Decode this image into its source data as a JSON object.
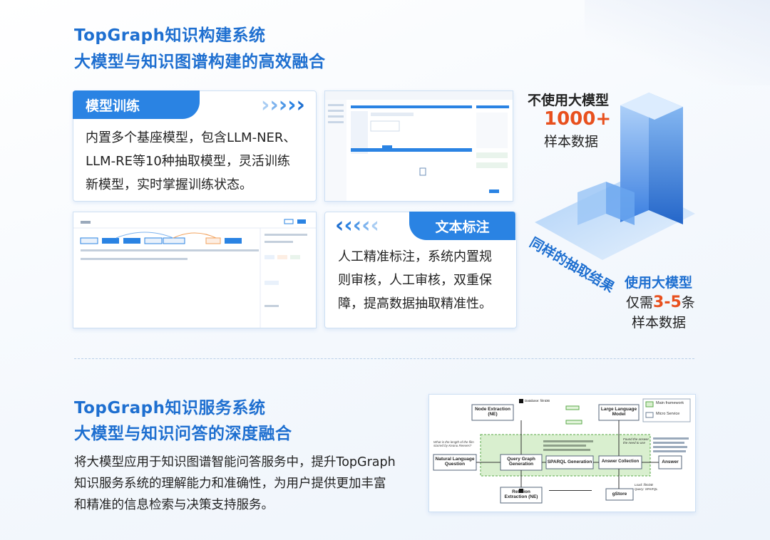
{
  "top": {
    "title_line1": "TopGraph知识构建系统",
    "title_line2": "大模型与知识图谱构建的高效融合"
  },
  "card_training": {
    "heading": "模型训练",
    "lines": [
      "内置多个基座模型，包含LLM-NER、",
      "LLM-RE等10种抽取模型，灵活训练",
      "新模型，实时掌握训练状态。"
    ]
  },
  "card_annotation": {
    "heading": "文本标注",
    "lines": [
      "人工精准标注，系统内置规",
      "则审核，人工审核，双重保",
      "障，提高数据抽取精准性。"
    ]
  },
  "comparison": {
    "no_llm_label": "不使用大模型",
    "no_llm_count": "1000+",
    "no_llm_unit": "样本数据",
    "middle_label": "同样的抽取结果",
    "llm_label": "使用大模型",
    "llm_prefix": "仅需",
    "llm_count": "3-5",
    "llm_suffix": "条",
    "llm_unit": "样本数据"
  },
  "bottom": {
    "title_line1": "TopGraph知识服务系统",
    "title_line2": "大模型与知识问答的深度融合",
    "paragraph_lines": [
      "将大模型应用于知识图谱智能问答服务中，提升TopGraph",
      "知识服务系统的理解能力和准确性，为用户提供更加丰富",
      "和精准的信息检索与决策支持服务。"
    ]
  },
  "diagram": {
    "node_extraction": "Node Extraction (NE)",
    "relation_extraction": "Relation Extraction (NE)",
    "nl_question": "Natural Language Question",
    "query_graph": "Query Graph Generation",
    "sparql": "SPARQL Generation",
    "answer_collection": "Answer Collection",
    "answer": "Answer",
    "llm": "Large Language Model",
    "gstore": "gStore",
    "legend_main": "Main framework",
    "legend_micro": "Micro Service",
    "question_text": "What is the length of the film starred by Keanu Reeves?",
    "db": "Database: filmDB",
    "load_db": "Load: filmDB",
    "query": "Query: SPARQL",
    "found": "Found the answer the need to use"
  },
  "colors": {
    "brand_blue": "#1e6fd0",
    "head_blue": "#2a83e3",
    "orange": "#e8501e"
  }
}
